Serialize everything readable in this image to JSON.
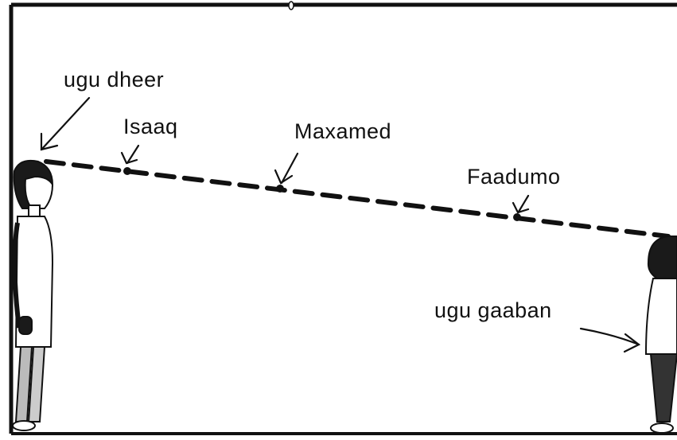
{
  "labels": {
    "tallest": "ugu dheer",
    "shortest": "ugu gaaban",
    "student_1": "Isaaq",
    "student_2": "Maxamed",
    "student_3": "Faadumo"
  },
  "colors": {
    "ink": "#111111",
    "paper": "#ffffff"
  }
}
